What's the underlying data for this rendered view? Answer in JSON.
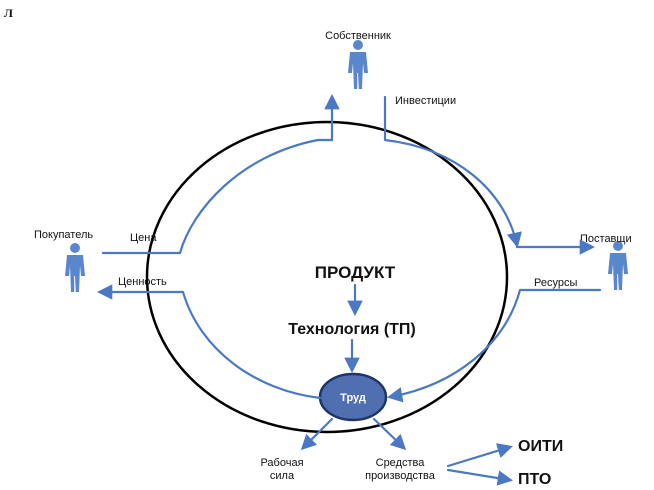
{
  "corner_mark": "Л",
  "actors": {
    "owner": "Собственник",
    "buyer": "Покупатель",
    "supplier": "Поставщи"
  },
  "flows": {
    "investments": "Инвестиции",
    "price": "Цена",
    "value": "Ценность",
    "resources": "Ресурсы"
  },
  "center": {
    "product": "ПРОДУКТ",
    "technology": "Технология (ТП)",
    "labor": "Труд"
  },
  "bottom": {
    "workforce_line1": "Рабочая",
    "workforce_line2": "сила",
    "means_line1": "Средства",
    "means_line2": "производства",
    "oiti": "ОИТИ",
    "pto": "ПТО"
  },
  "colors": {
    "arrow": "#4a78c2",
    "person": "#5a87cc",
    "labor_fill": "#4f6fb0",
    "labor_stroke": "#1f3566",
    "ring": "#000000"
  }
}
